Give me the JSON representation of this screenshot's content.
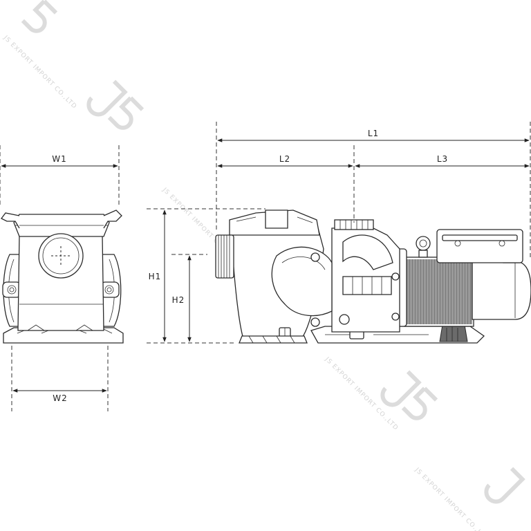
{
  "dimensions": {
    "L1": "L1",
    "L2": "L2",
    "L3": "L3",
    "W1": "W1",
    "W2": "W2",
    "H1": "H1",
    "H2": "H2"
  },
  "watermark": {
    "text": "JS EXPORT IMPORT CO.,LTD",
    "logo": "J5"
  },
  "colors": {
    "line": "#2a2a2a",
    "motor_fill": "#6b6b6b",
    "watermark": "#d0d0d0"
  }
}
